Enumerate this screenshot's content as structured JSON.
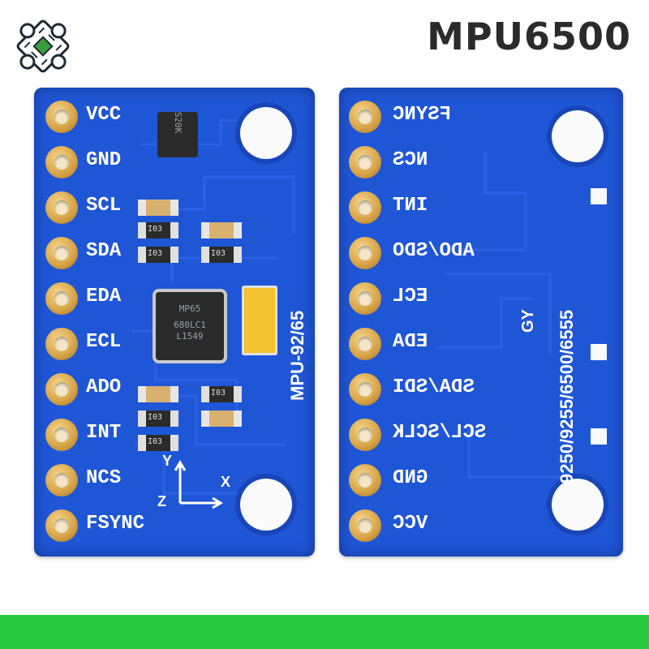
{
  "title": "MPU6500",
  "colors": {
    "board": "#1f56d6",
    "accent_bar": "#27c93f",
    "pad_gold": "#d9a64a"
  },
  "logo_icon": "puzzle-circuit-logo-icon",
  "front_board": {
    "pins": [
      "VCC",
      "GND",
      "SCL",
      "SDA",
      "EDA",
      "ECL",
      "ADO",
      "INT",
      "NCS",
      "FSYNC"
    ],
    "board_text": "MPU-92/65",
    "regulator_marking": "S20K",
    "chip_marking": [
      "MP65",
      "680LC1",
      "L1549"
    ],
    "resistor_marking": "I03",
    "axes": {
      "y": "Y",
      "x": "X",
      "z": "Z"
    }
  },
  "back_board": {
    "pins": [
      "FSYNC",
      "NCS",
      "INT",
      "ADO/SDO",
      "ECL",
      "EDA",
      "SDA/SDI",
      "SCL/SCLK",
      "GND",
      "VCC"
    ],
    "board_text": "9250/9255/6500/6555",
    "gy_text": "GY"
  }
}
